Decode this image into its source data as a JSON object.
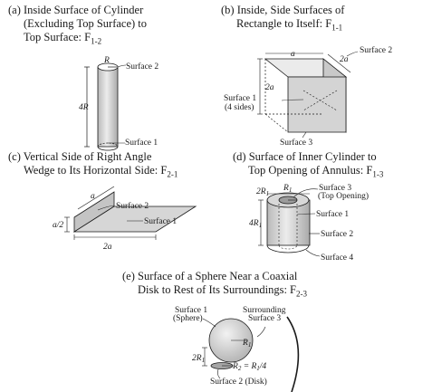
{
  "captions": {
    "a": {
      "line1": "(a) Inside Surface of Cylinder",
      "line2": "(Excluding Top Surface) to",
      "line3": "Top Surface: F",
      "sub": "1-2"
    },
    "b": {
      "line1": "(b) Inside, Side Surfaces of",
      "line2": "Rectangle to Itself: F",
      "sub": "1-1"
    },
    "c": {
      "line1": "(c) Vertical Side of Right Angle",
      "line2": "Wedge to Its Horizontal Side: F",
      "sub": "2-1"
    },
    "d": {
      "line1": "(d) Surface of Inner Cylinder to",
      "line2": "Top Opening of Annulus: F",
      "sub": "1-3"
    },
    "e": {
      "line1": "(e) Surface of a Sphere Near a Coaxial",
      "line2": "Disk to Rest of Its Surroundings: F",
      "sub": "2-3"
    }
  },
  "fig_a": {
    "radius": "R",
    "height": "4R",
    "surface2": "Surface 2",
    "surface1": "Surface 1"
  },
  "fig_b": {
    "width": "a",
    "depth": "2a",
    "height": "2a",
    "surface2": "Surface 2",
    "surface1_l1": "Surface 1",
    "surface1_l2": "(4 sides)",
    "surface3": "Surface 3"
  },
  "fig_c": {
    "depth": "a",
    "height": "a/2",
    "width": "2a",
    "surface2": "Surface 2",
    "surface1": "Surface 1"
  },
  "fig_d": {
    "outer": "2R",
    "outer_sub": "1",
    "inner": "R",
    "inner_sub": "1",
    "height": "4R",
    "height_sub": "1",
    "surface3_l1": "Surface 3",
    "surface3_l2": "(Top Opening)",
    "surface1": "Surface 1",
    "surface2": "Surface 2",
    "surface4": "Surface 4"
  },
  "fig_e": {
    "sphere_l1": "Surface 1",
    "sphere_l2": "(Sphere)",
    "surround_l1": "Surrounding",
    "surround_l2": "Surface 3",
    "radius": "R",
    "radius_sub": "1",
    "gap": "2R",
    "gap_sub": "1",
    "disk_r": "R",
    "disk_r_sub": "2",
    "disk_eq": " = R",
    "disk_eq_sub": "1",
    "disk_eq_tail": "/4",
    "disk": "Surface 2 (Disk)"
  }
}
